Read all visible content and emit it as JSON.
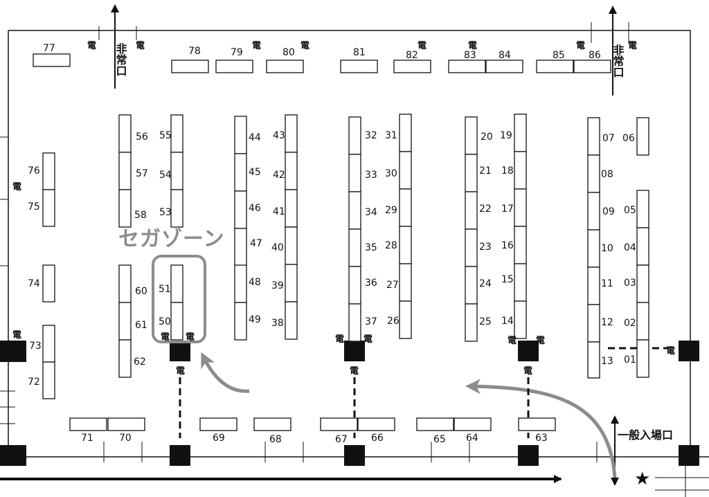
{
  "zone_label": "セガゾーン",
  "emergency_exit": "非常口",
  "general_entrance": "一般入場口",
  "power_mark": "電",
  "star_mark": "★",
  "booths": [
    "01",
    "02",
    "03",
    "04",
    "05",
    "06",
    "07",
    "08",
    "09",
    "10",
    "11",
    "12",
    "13",
    "14",
    "15",
    "16",
    "17",
    "18",
    "19",
    "20",
    "21",
    "22",
    "23",
    "24",
    "25",
    "26",
    "27",
    "28",
    "29",
    "30",
    "31",
    "32",
    "33",
    "34",
    "35",
    "36",
    "37",
    "38",
    "39",
    "40",
    "41",
    "42",
    "43",
    "44",
    "45",
    "46",
    "47",
    "48",
    "49",
    "50",
    "51",
    "53",
    "54",
    "55",
    "56",
    "57",
    "58",
    "60",
    "61",
    "62",
    "63",
    "64",
    "65",
    "66",
    "67",
    "68",
    "69",
    "70",
    "71",
    "72",
    "73",
    "74",
    "75",
    "76",
    "77",
    "78",
    "79",
    "80",
    "81",
    "82",
    "83",
    "84",
    "85",
    "86"
  ],
  "colors": {
    "zone": "#8c8c8c",
    "arrow": "#8c8c8c",
    "ink": "#111111"
  }
}
